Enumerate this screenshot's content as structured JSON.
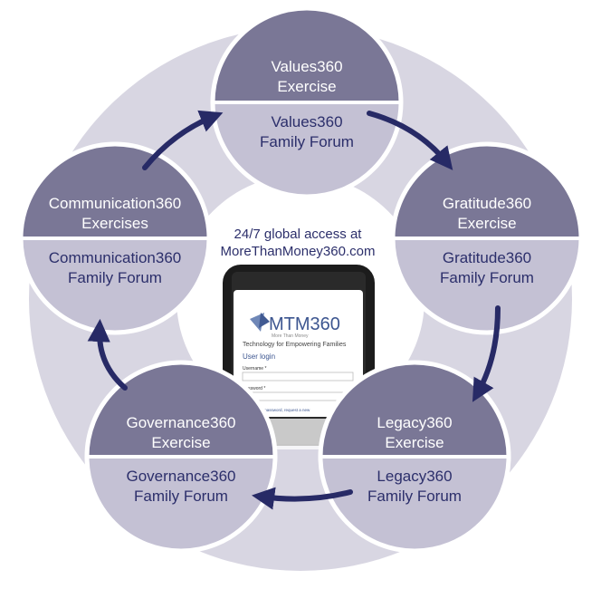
{
  "center": {
    "line1": "24/7 global access at",
    "line2": "MoreThanMoney360.com"
  },
  "phone": {
    "logo": "MTM360",
    "logo_sub": "More Than Money",
    "tagline": "Technology for Empowering Families",
    "user_login": "User login",
    "username_label": "Username *",
    "password_label": "Password *",
    "forgot_text": "Forgot your password, request a new"
  },
  "nodes": [
    {
      "id": "values",
      "top": [
        "Values360",
        "Exercise"
      ],
      "bottom": [
        "Values360",
        "Family Forum"
      ]
    },
    {
      "id": "gratitude",
      "top": [
        "Gratitude360",
        "Exercise"
      ],
      "bottom": [
        "Gratitude360",
        "Family Forum"
      ]
    },
    {
      "id": "legacy",
      "top": [
        "Legacy360",
        "Exercise"
      ],
      "bottom": [
        "Legacy360",
        "Family Forum"
      ]
    },
    {
      "id": "governance",
      "top": [
        "Governance360",
        "Exercise"
      ],
      "bottom": [
        "Governance360",
        "Family Forum"
      ]
    },
    {
      "id": "communication",
      "top": [
        "Communication360",
        "Exercises"
      ],
      "bottom": [
        "Communication360",
        "Family Forum"
      ]
    }
  ],
  "colors": {
    "ring": "#d8d6e2",
    "node_top": "#7a7796",
    "node_bottom": "#c4c1d4",
    "arrow": "#272a66",
    "text_dark": "#2c2f6b"
  }
}
